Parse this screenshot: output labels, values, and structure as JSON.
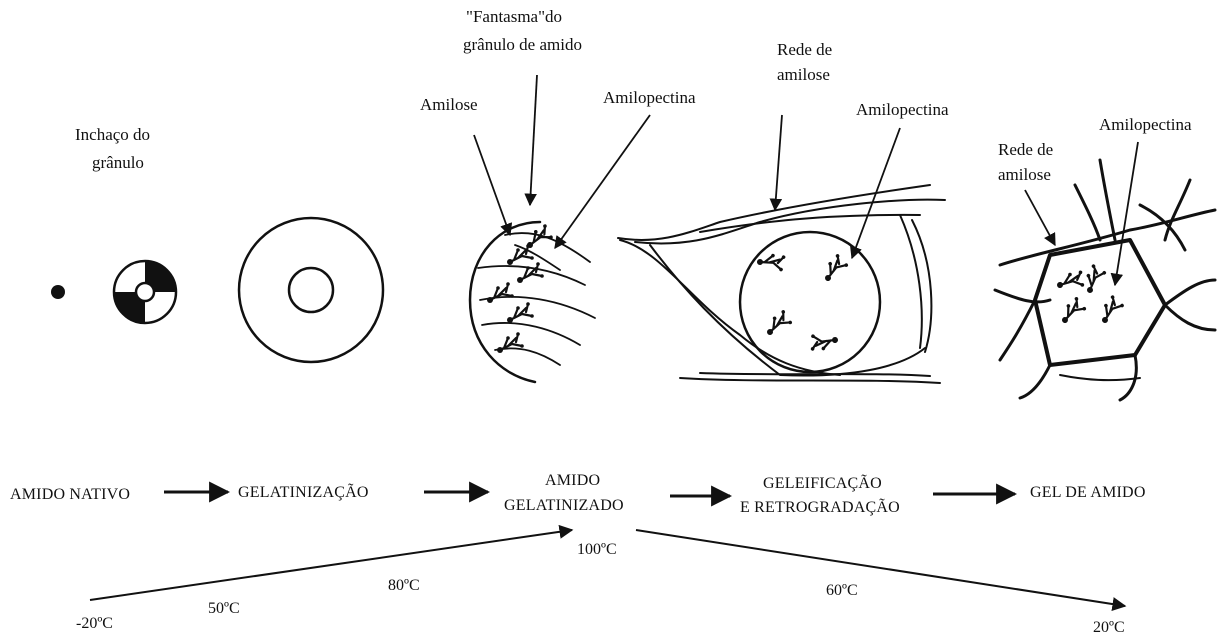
{
  "labels": {
    "inchaco_line1": "Inchaço do",
    "inchaco_line2": "grânulo",
    "fantasma_line1": "\"Fantasma\"do",
    "fantasma_line2": "grânulo de amido",
    "amilose": "Amilose",
    "amilopectina_1": "Amilopectina",
    "rede_1_line1": "Rede de",
    "rede_1_line2": "amilose",
    "amilopectina_2": "Amilopectina",
    "rede_2_line1": "Rede de",
    "rede_2_line2": "amilose",
    "amilopectina_3": "Amilopectina"
  },
  "stages": {
    "amido_nativo": "AMIDO NATIVO",
    "gelatinizacao": "GELATINIZAÇÃO",
    "amido_gelatinizado_line1": "AMIDO",
    "amido_gelatinizado_line2": "GELATINIZADO",
    "geleificacao_line1": "GELEIFICAÇÃO",
    "geleificacao_line2": "E RETROGRADAÇÃO",
    "gel_de_amido": "GEL DE AMIDO"
  },
  "temperatures": {
    "t_minus20": "-20ºC",
    "t_50": "50ºC",
    "t_80": "80ºC",
    "t_100": "100ºC",
    "t_60": "60ºC",
    "t_20": "20ºC"
  },
  "colors": {
    "ink": "#111111",
    "background": "#ffffff"
  }
}
